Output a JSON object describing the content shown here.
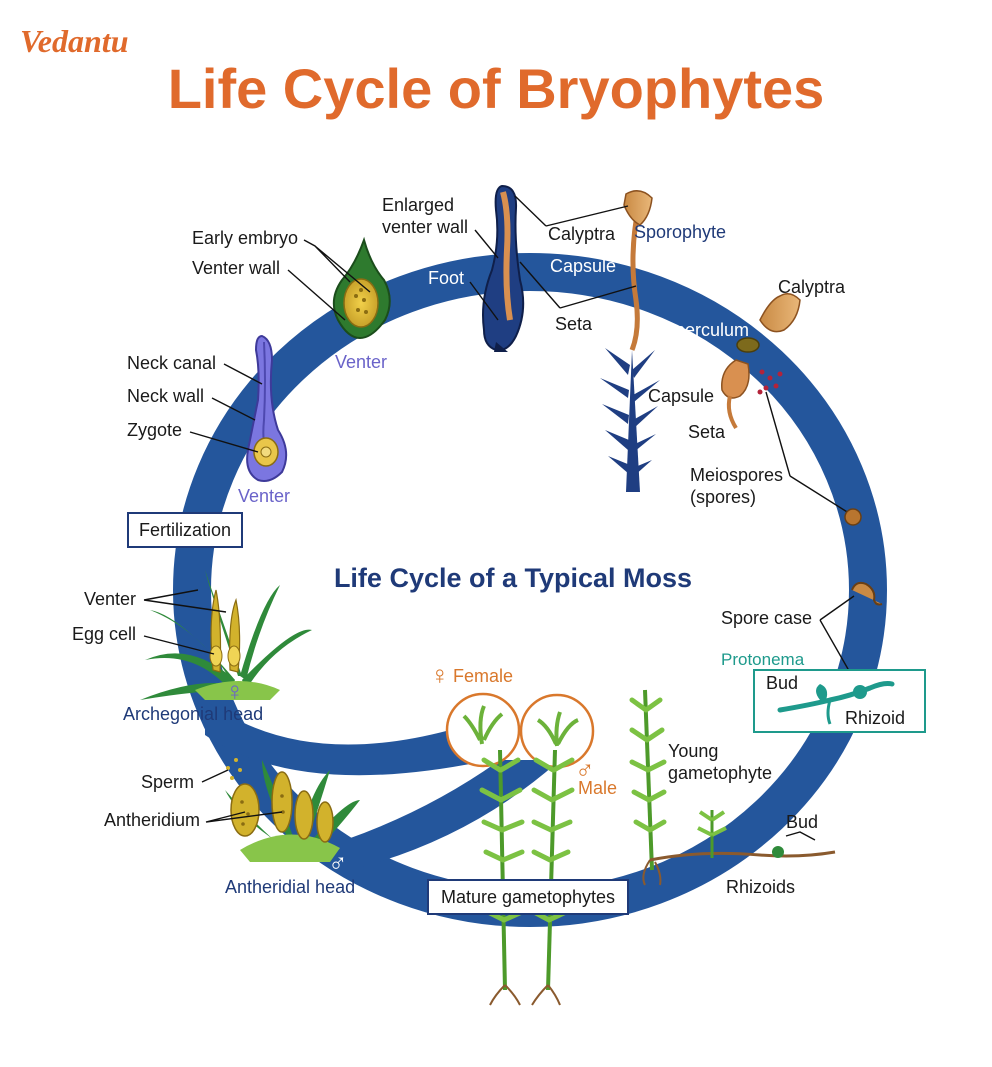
{
  "brand": {
    "logo": "Vedantu"
  },
  "title": "Life Cycle of Bryophytes",
  "center_title": "Life Cycle of a Typical Moss",
  "labels": {
    "early_embryo": "Early embryo",
    "venter_wall": "Venter wall",
    "venter_top": "Venter",
    "enlarged_l1": "Enlarged",
    "enlarged_l2": "venter wall",
    "foot": "Foot",
    "calyptra_top": "Calyptra",
    "sporophyte": "Sporophyte",
    "capsule_top": "Capsule",
    "seta_top": "Seta",
    "calyptra_right": "Calyptra",
    "operculum": "Operculum",
    "capsule_right": "Capsule",
    "seta_right": "Seta",
    "meiospores": "Meiospores",
    "spores": "(spores)",
    "neck_canal": "Neck canal",
    "neck_wall": "Neck wall",
    "zygote": "Zygote",
    "venter_left": "Venter",
    "fertilization": "Fertilization",
    "venter_arch": "Venter",
    "egg_cell": "Egg cell",
    "archegonial_head": "Archegonial head",
    "female": "Female",
    "male": "Male",
    "spore_case": "Spore case",
    "protonema": "Protonema",
    "bud_protonema": "Bud",
    "rhizoid": "Rhizoid",
    "young_l1": "Young",
    "young_l2": "gametophyte",
    "bud_right": "Bud",
    "rhizoids": "Rhizoids",
    "sperm": "Sperm",
    "antheridium": "Antheridium",
    "antheridial_head": "Antheridial head",
    "mature": "Mature gametophytes"
  },
  "colors": {
    "title": "#e06a2c",
    "ring": "#24569c",
    "navy": "#1f3a78",
    "orange": "#d9782c",
    "teal": "#1e9a8c",
    "purple": "#6a63c9",
    "moss_green": "#7cc243",
    "dark_green": "#1f6b2e"
  },
  "symbols": {
    "female": "♀",
    "male": "♂"
  }
}
